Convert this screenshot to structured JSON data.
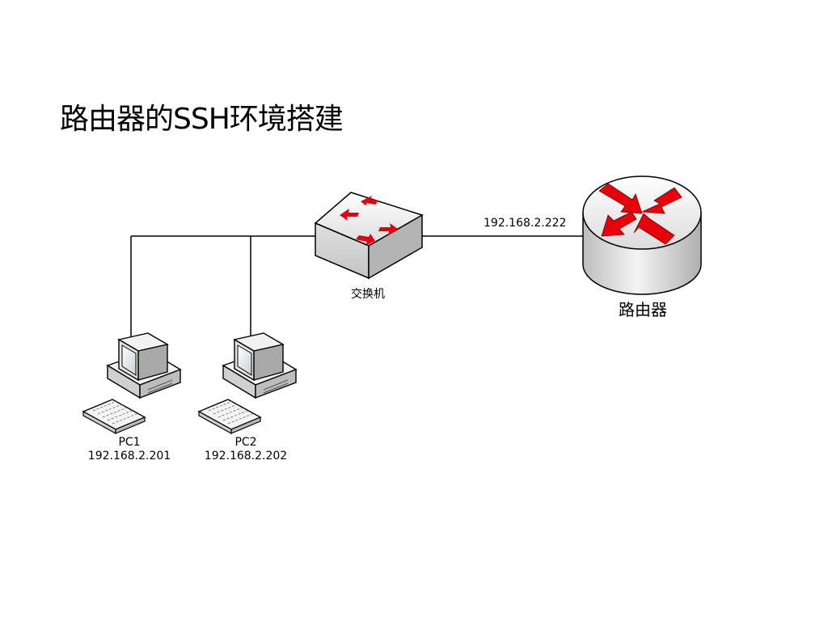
{
  "slide": {
    "title": "路由器的SSH环境搭建"
  },
  "devices": {
    "switch": {
      "label": "交换机"
    },
    "router": {
      "label": "路由器"
    },
    "pc1": {
      "name": "PC1",
      "ip": "192.168.2.201"
    },
    "pc2": {
      "name": "PC2",
      "ip": "192.168.2.202"
    }
  },
  "links": {
    "switch_router_ip": "192.168.2.222"
  },
  "colors": {
    "arrow": "#e8000c",
    "line": "#000000",
    "device_body": "#e4e4e4"
  }
}
